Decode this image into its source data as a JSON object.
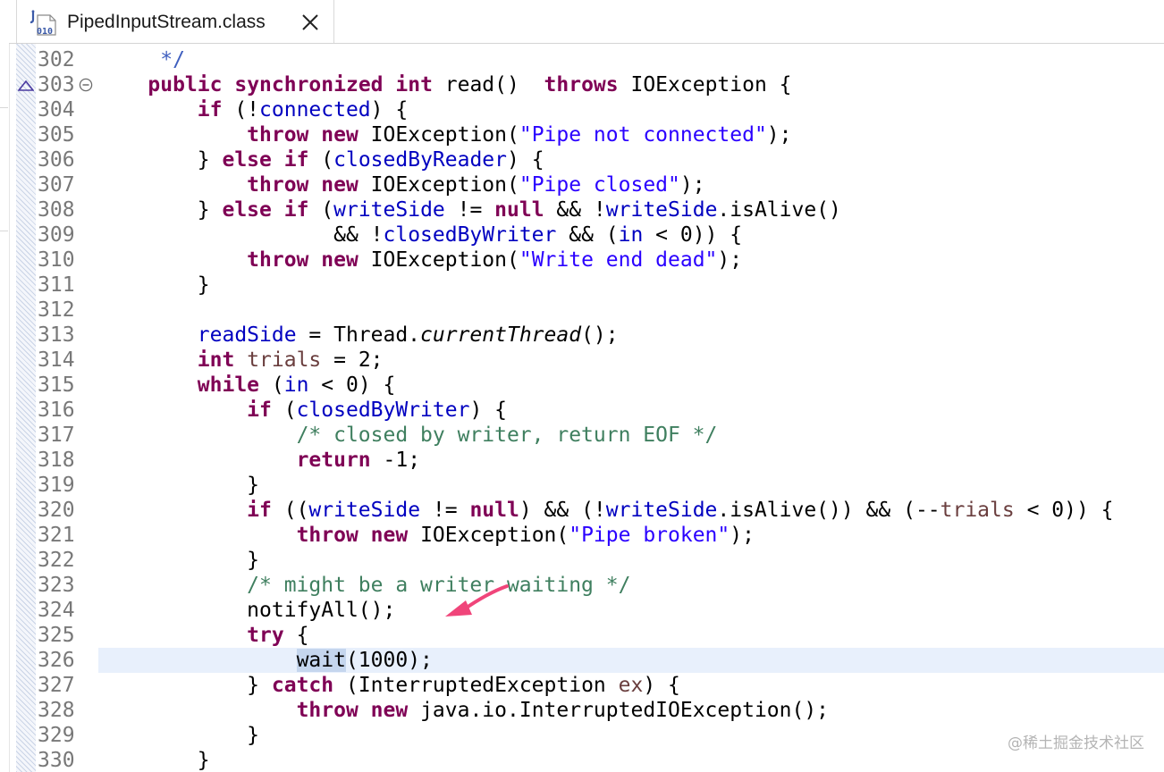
{
  "tab": {
    "title": "PipedInputStream.class",
    "icon": "java-class-file-icon"
  },
  "editor": {
    "current_line": "326",
    "lines": [
      {
        "n": "302",
        "tokens": [
          {
            "t": "     "
          },
          {
            "t": "*/",
            "c": "jdoc"
          }
        ]
      },
      {
        "n": "303",
        "tokens": [
          {
            "t": "    "
          },
          {
            "t": "public",
            "c": "kw"
          },
          {
            "t": " "
          },
          {
            "t": "synchronized",
            "c": "kw"
          },
          {
            "t": " "
          },
          {
            "t": "int",
            "c": "kw"
          },
          {
            "t": " read()  "
          },
          {
            "t": "throws",
            "c": "kw"
          },
          {
            "t": " IOException {"
          }
        ]
      },
      {
        "n": "304",
        "tokens": [
          {
            "t": "        "
          },
          {
            "t": "if",
            "c": "kw"
          },
          {
            "t": " (!"
          },
          {
            "t": "connected",
            "c": "fld"
          },
          {
            "t": ") {"
          }
        ]
      },
      {
        "n": "305",
        "tokens": [
          {
            "t": "            "
          },
          {
            "t": "throw",
            "c": "kw"
          },
          {
            "t": " "
          },
          {
            "t": "new",
            "c": "kw"
          },
          {
            "t": " IOException("
          },
          {
            "t": "\"Pipe not connected\"",
            "c": "str"
          },
          {
            "t": ");"
          }
        ]
      },
      {
        "n": "306",
        "tokens": [
          {
            "t": "        } "
          },
          {
            "t": "else",
            "c": "kw"
          },
          {
            "t": " "
          },
          {
            "t": "if",
            "c": "kw"
          },
          {
            "t": " ("
          },
          {
            "t": "closedByReader",
            "c": "fld"
          },
          {
            "t": ") {"
          }
        ]
      },
      {
        "n": "307",
        "tokens": [
          {
            "t": "            "
          },
          {
            "t": "throw",
            "c": "kw"
          },
          {
            "t": " "
          },
          {
            "t": "new",
            "c": "kw"
          },
          {
            "t": " IOException("
          },
          {
            "t": "\"Pipe closed\"",
            "c": "str"
          },
          {
            "t": ");"
          }
        ]
      },
      {
        "n": "308",
        "tokens": [
          {
            "t": "        } "
          },
          {
            "t": "else",
            "c": "kw"
          },
          {
            "t": " "
          },
          {
            "t": "if",
            "c": "kw"
          },
          {
            "t": " ("
          },
          {
            "t": "writeSide",
            "c": "fld"
          },
          {
            "t": " != "
          },
          {
            "t": "null",
            "c": "kw"
          },
          {
            "t": " && !"
          },
          {
            "t": "writeSide",
            "c": "fld"
          },
          {
            "t": ".isAlive()"
          }
        ]
      },
      {
        "n": "309",
        "tokens": [
          {
            "t": "                   && !"
          },
          {
            "t": "closedByWriter",
            "c": "fld"
          },
          {
            "t": " && ("
          },
          {
            "t": "in",
            "c": "fld"
          },
          {
            "t": " < 0)) {"
          }
        ]
      },
      {
        "n": "310",
        "tokens": [
          {
            "t": "            "
          },
          {
            "t": "throw",
            "c": "kw"
          },
          {
            "t": " "
          },
          {
            "t": "new",
            "c": "kw"
          },
          {
            "t": " IOException("
          },
          {
            "t": "\"Write end dead\"",
            "c": "str"
          },
          {
            "t": ");"
          }
        ]
      },
      {
        "n": "311",
        "tokens": [
          {
            "t": "        }"
          }
        ]
      },
      {
        "n": "312",
        "tokens": [
          {
            "t": ""
          }
        ]
      },
      {
        "n": "313",
        "tokens": [
          {
            "t": "        "
          },
          {
            "t": "readSide",
            "c": "fld"
          },
          {
            "t": " = Thread."
          },
          {
            "t": "currentThread",
            "c": "ital"
          },
          {
            "t": "();"
          }
        ]
      },
      {
        "n": "314",
        "tokens": [
          {
            "t": "        "
          },
          {
            "t": "int",
            "c": "kw"
          },
          {
            "t": " "
          },
          {
            "t": "trials",
            "c": "loc"
          },
          {
            "t": " = 2;"
          }
        ]
      },
      {
        "n": "315",
        "tokens": [
          {
            "t": "        "
          },
          {
            "t": "while",
            "c": "kw"
          },
          {
            "t": " ("
          },
          {
            "t": "in",
            "c": "fld"
          },
          {
            "t": " < 0) {"
          }
        ]
      },
      {
        "n": "316",
        "tokens": [
          {
            "t": "            "
          },
          {
            "t": "if",
            "c": "kw"
          },
          {
            "t": " ("
          },
          {
            "t": "closedByWriter",
            "c": "fld"
          },
          {
            "t": ") {"
          }
        ]
      },
      {
        "n": "317",
        "tokens": [
          {
            "t": "                "
          },
          {
            "t": "/* closed by writer, return EOF */",
            "c": "cmt"
          }
        ]
      },
      {
        "n": "318",
        "tokens": [
          {
            "t": "                "
          },
          {
            "t": "return",
            "c": "kw"
          },
          {
            "t": " -1;"
          }
        ]
      },
      {
        "n": "319",
        "tokens": [
          {
            "t": "            }"
          }
        ]
      },
      {
        "n": "320",
        "tokens": [
          {
            "t": "            "
          },
          {
            "t": "if",
            "c": "kw"
          },
          {
            "t": " (("
          },
          {
            "t": "writeSide",
            "c": "fld"
          },
          {
            "t": " != "
          },
          {
            "t": "null",
            "c": "kw"
          },
          {
            "t": ") && (!"
          },
          {
            "t": "writeSide",
            "c": "fld"
          },
          {
            "t": ".isAlive()) && (--"
          },
          {
            "t": "trials",
            "c": "loc"
          },
          {
            "t": " < 0)) {"
          }
        ]
      },
      {
        "n": "321",
        "tokens": [
          {
            "t": "                "
          },
          {
            "t": "throw",
            "c": "kw"
          },
          {
            "t": " "
          },
          {
            "t": "new",
            "c": "kw"
          },
          {
            "t": " IOException("
          },
          {
            "t": "\"Pipe broken\"",
            "c": "str"
          },
          {
            "t": ");"
          }
        ]
      },
      {
        "n": "322",
        "tokens": [
          {
            "t": "            }"
          }
        ]
      },
      {
        "n": "323",
        "tokens": [
          {
            "t": "            "
          },
          {
            "t": "/* might be a writer waiting */",
            "c": "cmt"
          }
        ]
      },
      {
        "n": "324",
        "tokens": [
          {
            "t": "            notifyAll();"
          }
        ]
      },
      {
        "n": "325",
        "tokens": [
          {
            "t": "            "
          },
          {
            "t": "try",
            "c": "kw"
          },
          {
            "t": " {"
          }
        ]
      },
      {
        "n": "326",
        "tokens": [
          {
            "t": "                "
          },
          {
            "t": "wait",
            "c": "occ"
          },
          {
            "t": "(1000);"
          }
        ]
      },
      {
        "n": "327",
        "tokens": [
          {
            "t": "            } "
          },
          {
            "t": "catch",
            "c": "kw"
          },
          {
            "t": " (InterruptedException "
          },
          {
            "t": "ex",
            "c": "loc"
          },
          {
            "t": ") {"
          }
        ]
      },
      {
        "n": "328",
        "tokens": [
          {
            "t": "                "
          },
          {
            "t": "throw",
            "c": "kw"
          },
          {
            "t": " "
          },
          {
            "t": "new",
            "c": "kw"
          },
          {
            "t": " java.io.InterruptedIOException();"
          }
        ]
      },
      {
        "n": "329",
        "tokens": [
          {
            "t": "            }"
          }
        ]
      },
      {
        "n": "330",
        "tokens": [
          {
            "t": "        }"
          }
        ]
      }
    ]
  },
  "colors": {
    "keyword": "#7f0055",
    "field": "#0000c0",
    "string": "#2a00ff",
    "comment": "#3f7f5f",
    "javadoc": "#3f5fbf",
    "local_variable": "#6a3e3e",
    "current_line_bg": "#e8f0fc",
    "occurrence_bg": "#c5d6ee",
    "annotation_arrow": "#f0457a"
  },
  "annotation": {
    "icon": "pink-arrow-annotation"
  },
  "watermark": "@稀土掘金技术社区"
}
